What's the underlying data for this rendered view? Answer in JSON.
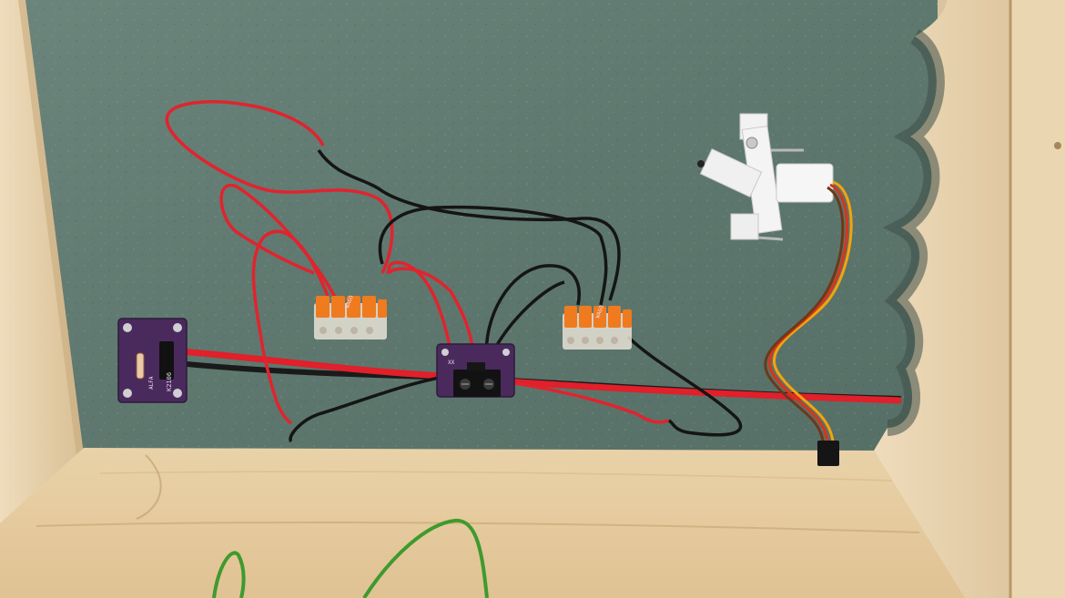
{
  "scene": {
    "description_colors": {
      "board": "#5f7a70",
      "wood": "#e2c79d",
      "red_wire": "#e0202a",
      "black_wire": "#1a1a1a",
      "connector_orange": "#f07a1e",
      "pcb_purple": "#4a2a5c",
      "servo_white": "#f2f2f2",
      "green_wire": "#3f9a2e"
    }
  },
  "labels": {
    "left_pcb_text_1": "K2106",
    "left_pcb_text_2": "ALFA",
    "center_pcb_text": "XX",
    "wago_left": "WAGO",
    "wago_right": "WAGO"
  }
}
